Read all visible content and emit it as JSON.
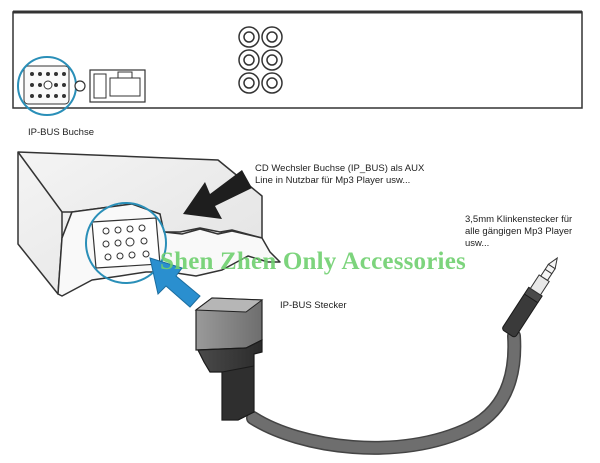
{
  "labels": {
    "ipbus_socket": "IP-BUS Buchse",
    "cd_changer_line1": "CD Wechsler Buchse (IP_BUS) als AUX",
    "cd_changer_line2": "Line in Nutzbar für Mp3 Player usw...",
    "jack_line1": "3,5mm Klinkenstecker für",
    "jack_line2": "alle gängigen Mp3 Player",
    "jack_line3": "usw...",
    "ipbus_plug": "IP-BUS Stecker"
  },
  "watermark": "Shen Zhen Only Accessories",
  "colors": {
    "outline": "#333333",
    "highlight_circle": "#2a8fb8",
    "arrow_blue": "#2a8fcf",
    "arrow_black": "#1e1e1e",
    "plug_body": "#3a3a3a",
    "plug_top": "#8c8c8c",
    "cable": "#6e6e6e",
    "watermark": "#6fd06f"
  }
}
